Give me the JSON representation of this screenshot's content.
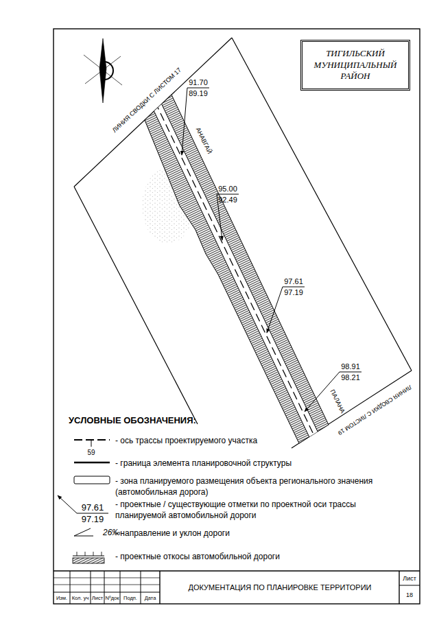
{
  "diagram": {
    "nodes": [
      {
        "text": [
          "ТИГИЛЬСКИЙ МУНИЦИПАЛЬНЫЙ РАЙОН"
        ]
      }
    ],
    "labels": [
      "ЛИНИЯ СВОДКИ С ЛИСТОМ 17",
      "91.70",
      "89.19",
      "АНАВГАЙ",
      "95.00",
      "92.49",
      "97.61",
      "97.19",
      "98.91",
      "98.21",
      "ПАЛАНА",
      "ЛИНИЯ СВОДКИ С ЛИСТОМ 19",
      "УСЛОВНЫЕ ОБОЗНАЧЕНИЯ:",
      "59",
      "97.61",
      "97.19",
      "26‰",
      "ДОКУМЕНТАЦИЯ ПО ПЛАНИРОВКЕ ТЕРРИТОРИИ",
      "Лист",
      "18",
      "Изм.",
      "Кол. уч",
      "Лист",
      "Nºдок",
      "Подп.",
      "Дата"
    ],
    "legend": [
      {
        "text": "- ось трассы проектируемого участка"
      },
      {
        "text": "- граница элемента планировочной структуры"
      },
      {
        "text": "- зона планируемого размещения объекта регионального значения (автомобильная дорога)"
      },
      {
        "text": "- проектные / существующие отметки по проектной оси трассы планируемой автомобильной дороги"
      },
      {
        "text": "- направление и уклон дороги"
      },
      {
        "text": "- проектные откосы автомобильной дороги"
      }
    ]
  }
}
